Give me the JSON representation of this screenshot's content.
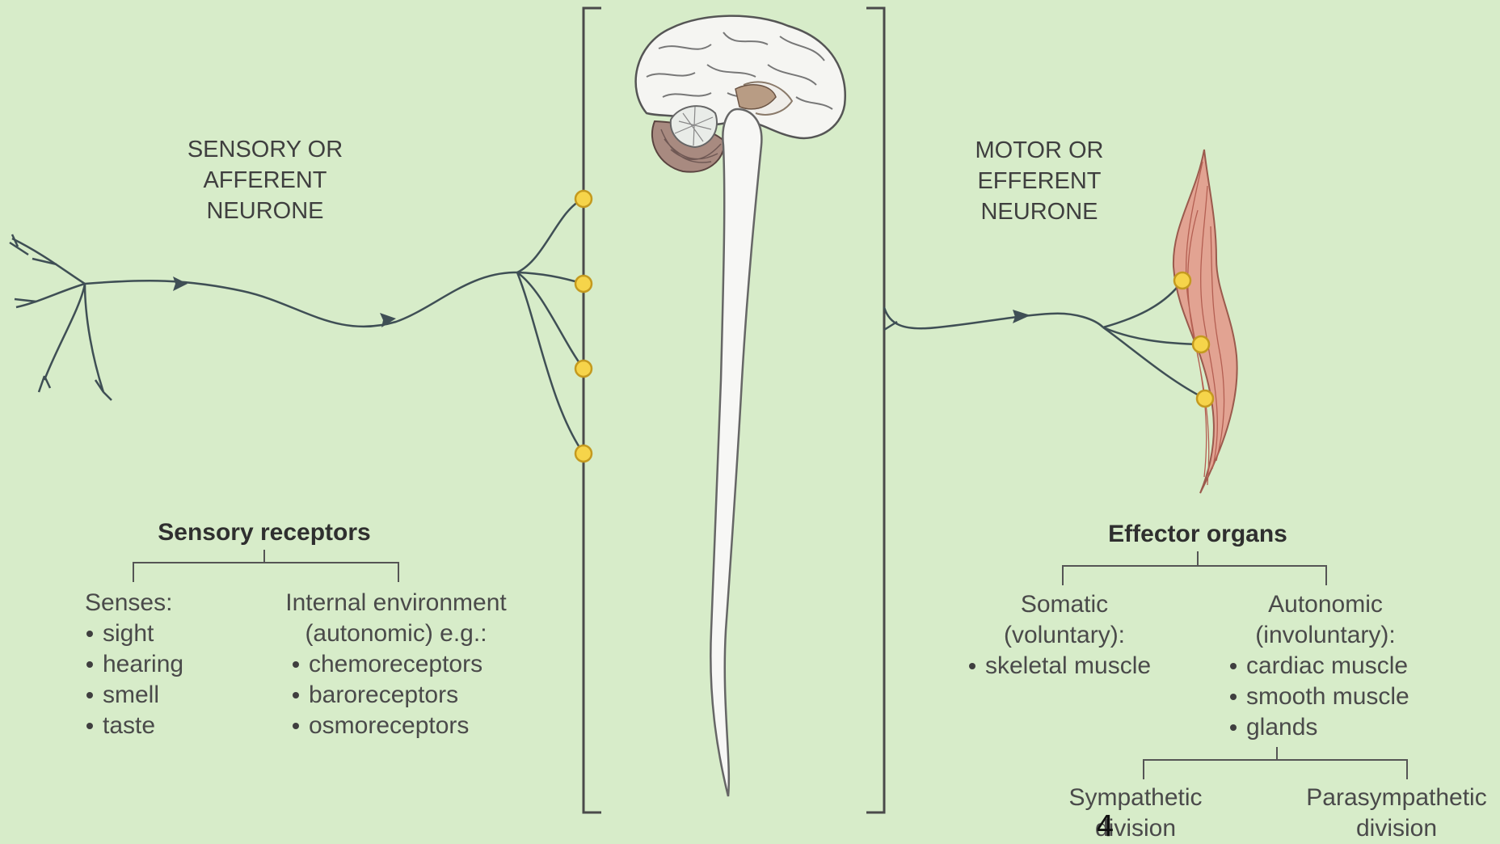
{
  "neurons": {
    "sensory": [
      "SENSORY OR",
      "AFFERENT",
      "NEURONE"
    ],
    "motor": [
      "MOTOR OR",
      "EFFERENT",
      "NEURONE"
    ]
  },
  "sensory_receptors": {
    "title": "Sensory receptors",
    "senses": {
      "heading": "Senses:",
      "items": [
        "sight",
        "hearing",
        "smell",
        "taste"
      ]
    },
    "internal": {
      "heading_lines": [
        "Internal environment",
        "(autonomic) e.g.:"
      ],
      "items": [
        "chemoreceptors",
        "baroreceptors",
        "osmoreceptors"
      ]
    }
  },
  "effector_organs": {
    "title": "Effector organs",
    "somatic": {
      "heading_lines": [
        "Somatic",
        "(voluntary):"
      ],
      "items": [
        "skeletal muscle"
      ]
    },
    "autonomic": {
      "heading_lines": [
        "Autonomic",
        "(involuntary):"
      ],
      "items": [
        "cardiac muscle",
        "smooth muscle",
        "glands"
      ]
    },
    "divisions": {
      "sympathetic": [
        "Sympathetic",
        "division"
      ],
      "parasympathetic": [
        "Parasympathetic",
        "division"
      ]
    }
  },
  "page_number": "4",
  "colors": {
    "background": "#d7ecc9",
    "nerve": "#3f4f55",
    "synapse_fill": "#f6d44a",
    "synapse_stroke": "#c49a1f",
    "muscle": "#e2a392",
    "bracket": "#4a4a4a"
  }
}
